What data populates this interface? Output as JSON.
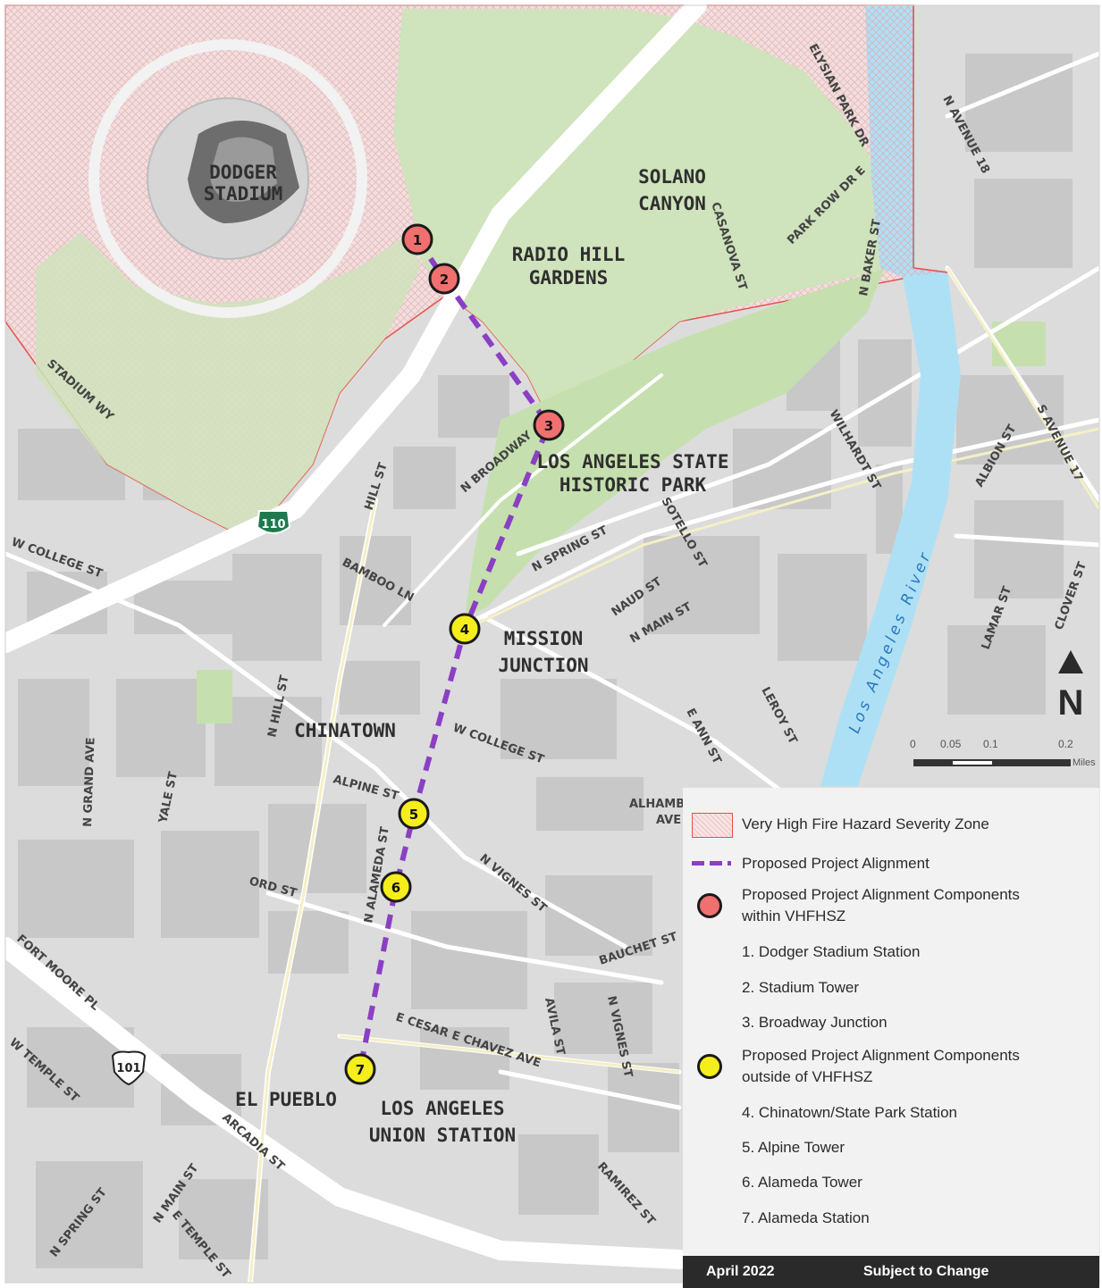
{
  "map": {
    "districts": {
      "dodger_stadium": [
        "DODGER",
        "STADIUM"
      ],
      "solano_canyon": [
        "SOLANO",
        "CANYON"
      ],
      "radio_hill_gardens": [
        "RADIO HILL",
        "GARDENS"
      ],
      "la_state_historic_park": [
        "LOS ANGELES STATE",
        "HISTORIC PARK"
      ],
      "mission_junction": [
        "MISSION",
        "JUNCTION"
      ],
      "chinatown": "CHINATOWN",
      "el_pueblo": "EL PUEBLO",
      "union_station": [
        "LOS ANGELES",
        "UNION STATION"
      ]
    },
    "streets": {
      "stadium_wy": "STADIUM WY",
      "w_college_st_left": "W COLLEGE ST",
      "bamboo_ln": "BAMBOO LN",
      "hill_st": "HILL ST",
      "n_broadway": "N BROADWAY",
      "n_spring_st_top": "N SPRING ST",
      "sotello_st": "SOTELLO ST",
      "naud_st": "NAUD ST",
      "n_main_st_top": "N MAIN ST",
      "wilhardt_st": "WILHARDT ST",
      "albion_st": "ALBION ST",
      "s_avenue_17": "S AVENUE 17",
      "n_avenue_18": "N AVENUE 18",
      "elysian_park_dr": "ELYSIAN PARK DR",
      "park_row_dr_e": "PARK ROW DR E",
      "casanova_st": "CASANOVA ST",
      "n_baker_st": "N BAKER ST",
      "lamar_st": "LAMAR ST",
      "clover_st": "CLOVER ST",
      "leroy_st": "LEROY ST",
      "e_ann_st": "E ANN ST",
      "w_college_st_center": "W COLLEGE ST",
      "n_hill_st": "N HILL ST",
      "n_grand_ave": "N GRAND AVE",
      "yale_st": "YALE ST",
      "alpine_st": "ALPINE ST",
      "ord_st": "ORD ST",
      "n_alameda_st": "N ALAMEDA ST",
      "n_vignes_st_top": "N VIGNES ST",
      "alhambra_ave": [
        "ALHAMBRA",
        "AVE"
      ],
      "bauchet_st": "BAUCHET ST",
      "fort_moore_pl": "FORT MOORE PL",
      "w_temple_st": "W TEMPLE ST",
      "arcadia_st": "ARCADIA ST",
      "e_cesar_chavez_ave": "E CESAR E CHAVEZ AVE",
      "avila_st": "AVILA ST",
      "n_vignes_st_bottom": "N VIGNES ST",
      "ramirez_st": "RAMIREZ ST",
      "n_spring_st_bottom": "N SPRING ST",
      "n_main_st_bottom": "N MAIN ST",
      "e_temple_st": "E TEMPLE ST"
    },
    "river_label": "Los Angeles River",
    "shields": {
      "hwy_110": "110",
      "us_101": "101"
    },
    "markers": [
      {
        "num": "1",
        "zone": "vhfhsz"
      },
      {
        "num": "2",
        "zone": "vhfhsz"
      },
      {
        "num": "3",
        "zone": "vhfhsz"
      },
      {
        "num": "4",
        "zone": "outside"
      },
      {
        "num": "5",
        "zone": "outside"
      },
      {
        "num": "6",
        "zone": "outside"
      },
      {
        "num": "7",
        "zone": "outside"
      }
    ],
    "colors": {
      "alignment": "#8b3fc4",
      "vhfhsz_marker": "#f07070",
      "outside_marker": "#f5ee1c",
      "zone_border": "#e8504c",
      "park_green": "#c9e2b8",
      "river_blue": "#aee0f5",
      "road_yellow": "#f4f0c6"
    },
    "compass_label": "N",
    "scale": {
      "ticks": [
        "0",
        "0.05",
        "0.1",
        "0.2"
      ],
      "unit": "Miles"
    }
  },
  "legend": {
    "vhfhsz_label": "Very High Fire Hazard Severity Zone",
    "alignment_label": "Proposed Project Alignment",
    "within_group_label": [
      "Proposed Project Alignment Components",
      "within VHFHSZ"
    ],
    "within_items": [
      "1. Dodger Stadium Station",
      "2. Stadium Tower",
      "3. Broadway Junction"
    ],
    "outside_group_label": [
      "Proposed Project Alignment Components",
      "outside of VHFHSZ"
    ],
    "outside_items": [
      "4. Chinatown/State Park Station",
      "5. Alpine Tower",
      "6. Alameda Tower",
      "7. Alameda Station"
    ]
  },
  "footer": {
    "date": "April 2022",
    "note": "Subject to Change"
  }
}
